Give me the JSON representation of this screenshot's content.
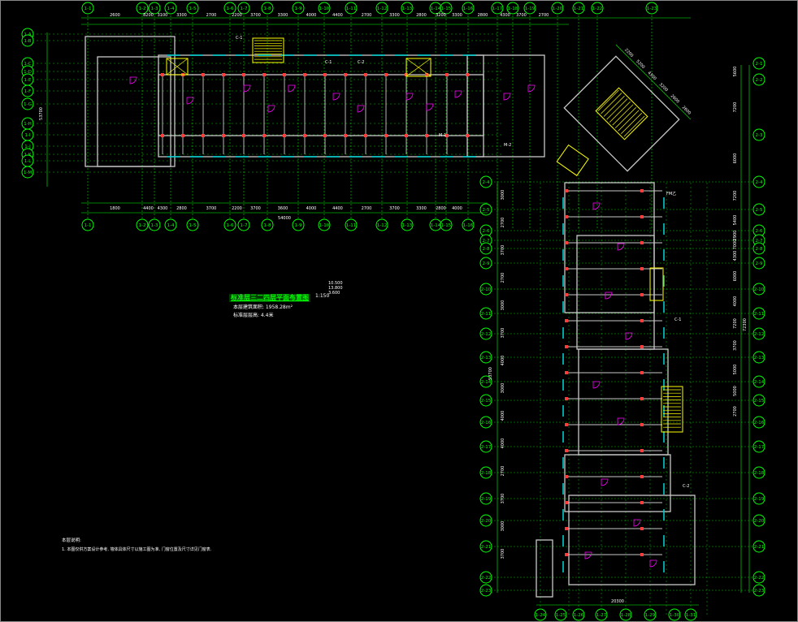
{
  "drawing": {
    "title": "标准层三二四层平面布置图",
    "scale": "1:150",
    "elevations": [
      "10.500",
      "13.800",
      "3.600"
    ],
    "area_line_1": "本层建筑面积: 1958.28m²",
    "area_line_2": "标准层层高: 4.4米",
    "notes_heading": "本层说明:",
    "note_1": "1. 本图仅供方案设计参考, 墙体具体尺寸以施工图为准, 门窗位置及尺寸详见门窗表."
  },
  "grid_top": [
    "1-1",
    "1-2",
    "1-3",
    "1-4",
    "1-5",
    "1-6",
    "1-7",
    "1-8",
    "1-9",
    "1-10",
    "1-11",
    "1-12",
    "1-13",
    "1-14",
    "1-15",
    "1-16",
    "1-17",
    "1-18",
    "1-19",
    "1-20",
    "1-21",
    "1-22",
    "1-23"
  ],
  "dims_top": [
    "2600",
    "8200",
    "3100",
    "3300",
    "2700",
    "2200",
    "3700",
    "3300",
    "4000",
    "4400",
    "2700",
    "3300",
    "2800",
    "3200",
    "3300",
    "2800",
    "4300",
    "3700",
    "2700"
  ],
  "dims_bottom": [
    "1800",
    "4400",
    "4300",
    "2800",
    "3700",
    "2200",
    "3700",
    "3600",
    "4000",
    "4400",
    "2700",
    "3700",
    "3300",
    "2800",
    "4000"
  ],
  "overall_bottom": "54000",
  "overall_right": "72300",
  "overall_left_vertical": "53700",
  "overall_bottom_right": "20300",
  "grid_left": [
    "1-A",
    "1-B",
    "1-C",
    "1-D",
    "1-E",
    "1-F",
    "1-G",
    "1-H",
    "1-I",
    "1-J",
    "1-K",
    "1-L",
    "1-M"
  ],
  "grid_right": [
    "2-1",
    "2-2",
    "2-3",
    "2-4",
    "2-5",
    "2-6",
    "2-7",
    "2-8",
    "2-9",
    "2-10",
    "2-11",
    "2-12",
    "2-13",
    "2-14",
    "2-15",
    "2-16",
    "2-17",
    "2-18",
    "2-19",
    "2-20",
    "2-21",
    "2-22",
    "2-23"
  ],
  "dims_right": [
    "5600",
    "7200",
    "6000",
    "7200",
    "5400",
    "2900",
    "7000",
    "4300",
    "6000",
    "4000",
    "7200",
    "3700",
    "5000",
    "5000",
    "2700"
  ],
  "dims_left_wing": [
    "3000",
    "2700",
    "3700",
    "2700",
    "3000",
    "3700",
    "4000",
    "3000",
    "4000",
    "4000",
    "2700",
    "3700",
    "3000",
    "3700"
  ],
  "diag_dims": [
    "2200",
    "5200",
    "4300",
    "3200",
    "2600",
    "2600"
  ],
  "annotations": [
    "C-1",
    "C-1",
    "C-2",
    "M-1",
    "M-2",
    "FM乙",
    "C-1",
    "C-2"
  ],
  "colors": {
    "background": "#000000",
    "grid_green": "#00ff00",
    "wall": "#c8c8c8",
    "window": "#00cccc",
    "column": "#ff3c3c",
    "door": "#ff00ff",
    "stair": "#ffff00",
    "frame": "#ffffff"
  }
}
